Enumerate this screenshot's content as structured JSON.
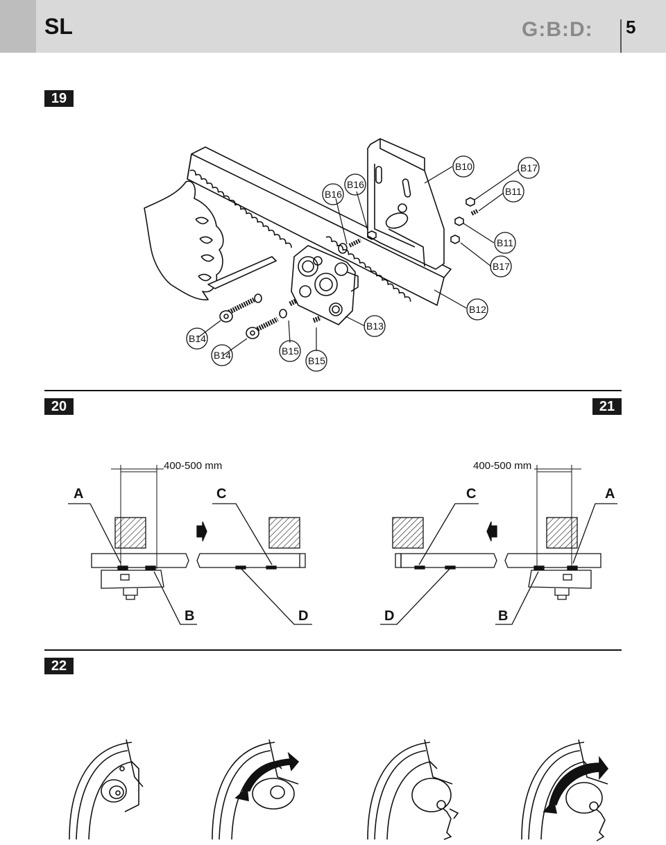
{
  "header": {
    "model": "SL",
    "logo": "G:B:D:",
    "page_number": "5"
  },
  "figures": {
    "fig19": {
      "number": "19",
      "labels": [
        "B10",
        "B17",
        "B11",
        "B16",
        "B16",
        "B11",
        "B17",
        "B12",
        "B13",
        "B14",
        "B14",
        "B15",
        "B15"
      ]
    },
    "fig20": {
      "number": "20",
      "dimension": "400-500 mm",
      "labels": {
        "a": "A",
        "b": "B",
        "c": "C",
        "d": "D"
      }
    },
    "fig21": {
      "number": "21",
      "dimension": "400-500 mm",
      "labels": {
        "a": "A",
        "b": "B",
        "c": "C",
        "d": "D"
      }
    },
    "fig22": {
      "number": "22",
      "steps": 4
    }
  }
}
